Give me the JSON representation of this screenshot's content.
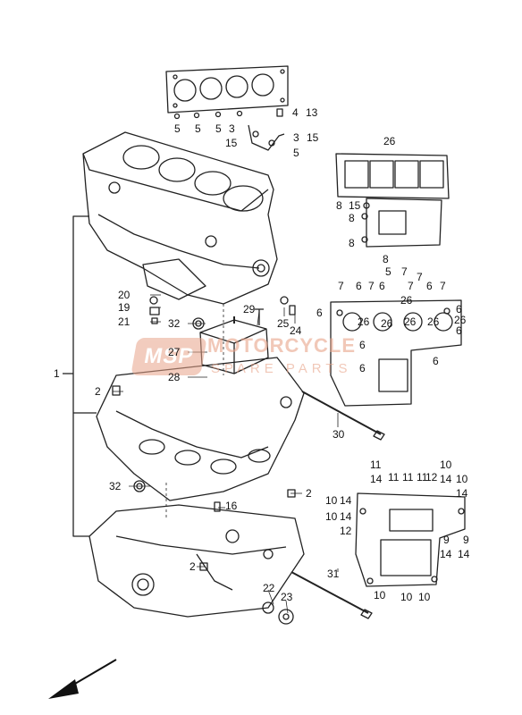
{
  "watermark": {
    "logo": "MSP",
    "brand": "MOTORCYCLE",
    "sub": "SPARE PARTS",
    "color": "#e8a48a"
  },
  "callouts": {
    "c1": "1",
    "c2a": "2",
    "c2b": "2",
    "c2c": "2",
    "c3a": "3",
    "c3b": "3",
    "c4": "4",
    "c5a": "5",
    "c5b": "5",
    "c5c": "5",
    "c5d": "5",
    "c5e": "5",
    "c6": [
      "6",
      "6",
      "6",
      "6",
      "6",
      "6",
      "6",
      "6",
      "6"
    ],
    "c7": [
      "7",
      "7",
      "7",
      "7",
      "7",
      "7"
    ],
    "c8a": "8",
    "c8b": "8",
    "c8c": "8",
    "c8d": "8",
    "c9a": "9",
    "c9b": "9",
    "c10": [
      "10",
      "10",
      "10",
      "10",
      "10",
      "10",
      "10"
    ],
    "c11": [
      "11",
      "11",
      "11",
      "11"
    ],
    "c12a": "12",
    "c12b": "12",
    "c13": "13",
    "c14": [
      "14",
      "14",
      "14",
      "14",
      "14",
      "14",
      "14"
    ],
    "c15a": "15",
    "c15b": "15",
    "c15c": "15",
    "c16": "16",
    "c19": "19",
    "c20": "20",
    "c21": "21",
    "c22": "22",
    "c23": "23",
    "c24": "24",
    "c25": "25",
    "c26": [
      "26",
      "26",
      "26",
      "26",
      "26",
      "26",
      "26"
    ],
    "c27": "27",
    "c28": "28",
    "c29": "29",
    "c30": "30",
    "c31": "31",
    "c32a": "32",
    "c32b": "32"
  }
}
